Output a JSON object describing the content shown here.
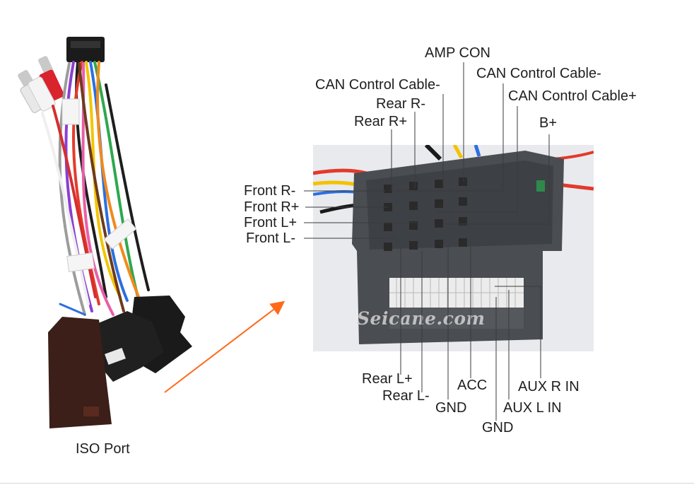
{
  "harness": {
    "caption": "ISO Port"
  },
  "connector": {
    "watermark": "Seicane.com",
    "pin_labels": {
      "amp_con": "AMP CON",
      "can_control_minus_left": "CAN Control Cable-",
      "can_control_minus_right": "CAN Control Cable-",
      "can_control_plus": "CAN Control Cable+",
      "rear_r_minus": "Rear R-",
      "rear_r_plus": "Rear R+",
      "b_plus": "B+",
      "front_r_minus": "Front R-",
      "front_r_plus": "Front R+",
      "front_l_plus": "Front L+",
      "front_l_minus": "Front L-",
      "rear_l_plus": "Rear L+",
      "rear_l_minus": "Rear L-",
      "gnd_1": "GND",
      "acc": "ACC",
      "gnd_2": "GND",
      "aux_l_in": "AUX L IN",
      "aux_r_in": "AUX R IN"
    }
  },
  "colors": {
    "arrow": "#ff6a1a",
    "leader": "#3a3a3a",
    "housing": "#4a4d52",
    "box": "#3b1f18"
  }
}
